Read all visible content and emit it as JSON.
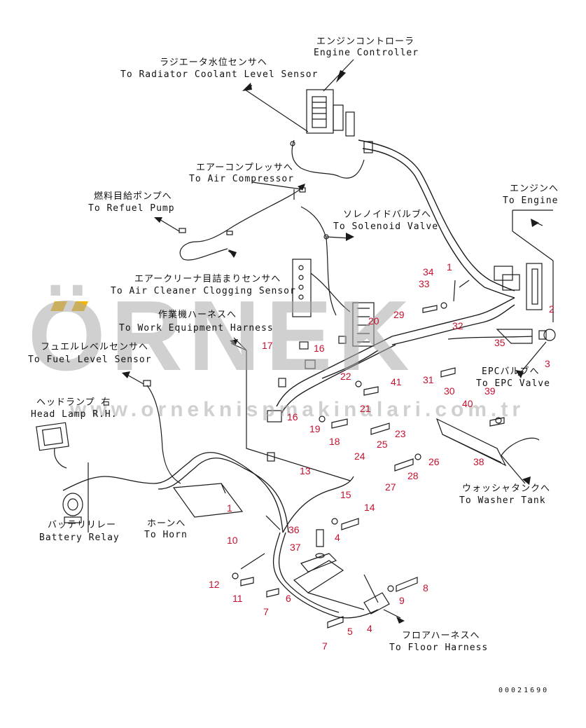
{
  "watermark": {
    "brand": "ÖRNEK",
    "site": "www.orneknispmakinalari.com.tr",
    "color": "#bdbdbd",
    "accent": "#f2b705"
  },
  "labels": {
    "engine_controller_jp": "エンジンコントローラ",
    "engine_controller_en": "Engine Controller",
    "radiator_jp": "ラジエータ水位センサヘ",
    "radiator_en": "To Radiator Coolant Level Sensor",
    "air_compressor_jp": "エアーコンプレッサへ",
    "air_compressor_en": "To Air Compressor",
    "refuel_pump_jp": "燃料目給ポンプへ",
    "refuel_pump_en": "To Refuel Pump",
    "solenoid_jp": "ソレノイドバルブへ",
    "solenoid_en": "To Solenoid Valve",
    "engine_jp": "エンジンへ",
    "engine_en": "To Engine",
    "air_cleaner_jp": "エアークリーナ目詰まりセンサへ",
    "air_cleaner_en": "To Air Cleaner Clogging Sensor",
    "work_equipment_jp": "作業機ハーネスへ",
    "work_equipment_en": "To Work Equipment Harness",
    "fuel_level_jp": "フュエルレベルセンサへ",
    "fuel_level_en": "To Fuel Level Sensor",
    "epc_jp": "EPCバルブへ",
    "epc_en": "To EPC Valve",
    "head_lamp_jp": "ヘッドランプ 右",
    "head_lamp_en": "Head Lamp R.H.",
    "horn_jp": "ホーンへ",
    "horn_en": "To Horn",
    "battery_jp": "バッテリリレー",
    "battery_en": "Battery Relay",
    "washer_jp": "ウォッシャタンクへ",
    "washer_en": "To Washer Tank",
    "floor_jp": "フロアハーネスへ",
    "floor_en": "To Floor Harness",
    "doc_id": "00021690"
  },
  "part_numbers": [
    "1",
    "1",
    "2",
    "3",
    "4",
    "4",
    "5",
    "6",
    "7",
    "7",
    "8",
    "9",
    "10",
    "11",
    "12",
    "13",
    "14",
    "15",
    "16",
    "16",
    "17",
    "18",
    "19",
    "20",
    "21",
    "22",
    "23",
    "24",
    "25",
    "26",
    "27",
    "28",
    "29",
    "30",
    "31",
    "32",
    "33",
    "34",
    "35",
    "36",
    "37",
    "38",
    "39",
    "40",
    "41"
  ],
  "colors": {
    "line": "#1a1a1a",
    "part_number": "#c8102e"
  }
}
